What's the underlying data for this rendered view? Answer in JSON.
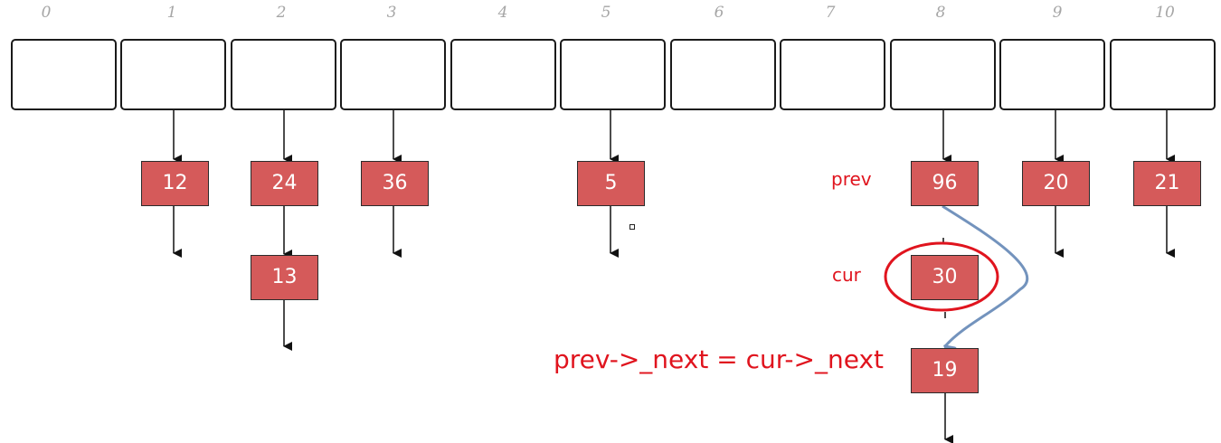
{
  "indices": [
    "0",
    "1",
    "2",
    "3",
    "4",
    "5",
    "6",
    "7",
    "8",
    "9",
    "10"
  ],
  "nodes": {
    "n12": "12",
    "n24": "24",
    "n13": "13",
    "n36": "36",
    "n5": "5",
    "n96": "96",
    "n30": "30",
    "n19": "19",
    "n20": "20",
    "n21": "21"
  },
  "labels": {
    "prev": "prev",
    "cur": "cur",
    "code": "prev->_next = cur->_next"
  },
  "colors": {
    "node_fill": "#d55a5a",
    "label_red": "#e0141e",
    "relink_arrow": "#7393bd",
    "index_gray": "#a6a6a6"
  }
}
